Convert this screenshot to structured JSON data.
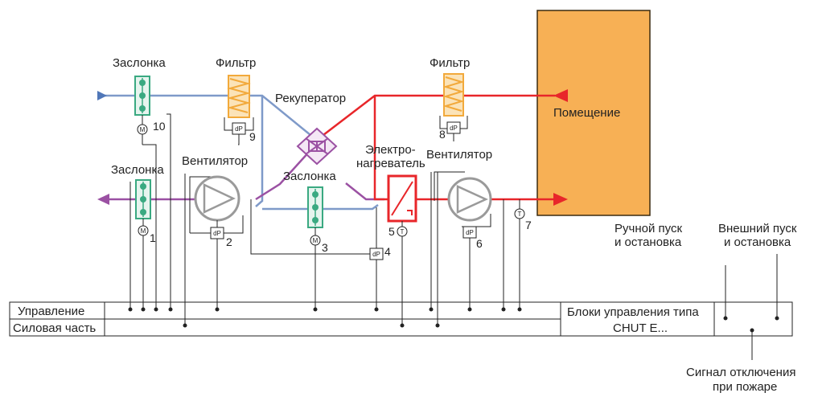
{
  "labels": {
    "damper_top": "Заслонка",
    "filter_left": "Фильтр",
    "recuperator": "Рекуператор",
    "filter_right": "Фильтр",
    "room": "Помещение",
    "damper_mid": "Заслонка",
    "fan_left": "Вентилятор",
    "damper_center": "Заслонка",
    "heater_line1": "Электро-",
    "heater_line2": "нагреватель",
    "fan_right": "Вентилятор",
    "manual_line1": "Ручной пуск",
    "manual_line2": "и остановка",
    "external_line1": "Внешний пуск",
    "external_line2": "и остановка",
    "control_row": "Управление",
    "power_row": "Силовая часть",
    "control_units_line1": "Блоки управления типа",
    "control_units_line2": "CHUT E...",
    "fire_line1": "Сигнал отключения",
    "fire_line2": "при пожаре"
  },
  "numbers": {
    "n1": "1",
    "n2": "2",
    "n3": "3",
    "n4": "4",
    "n5": "5",
    "n6": "6",
    "n7": "7",
    "n8": "8",
    "n9": "9",
    "n10": "10"
  },
  "symbols": {
    "dp": "dP",
    "motor": "M",
    "temp": "T"
  },
  "colors": {
    "supply_air": "#e8262a",
    "outdoor_air": "#7f9ac9",
    "exhaust_air": "#9b51a3",
    "room_fill": "#f7b055",
    "damper": "#3aa981",
    "filter": "#f2a93b",
    "wire": "#222222"
  },
  "icons": [
    "motor-icon",
    "dp-sensor-icon",
    "temperature-sensor-icon",
    "fan-icon",
    "heater-icon",
    "recuperator-icon",
    "damper-icon",
    "filter-icon"
  ]
}
